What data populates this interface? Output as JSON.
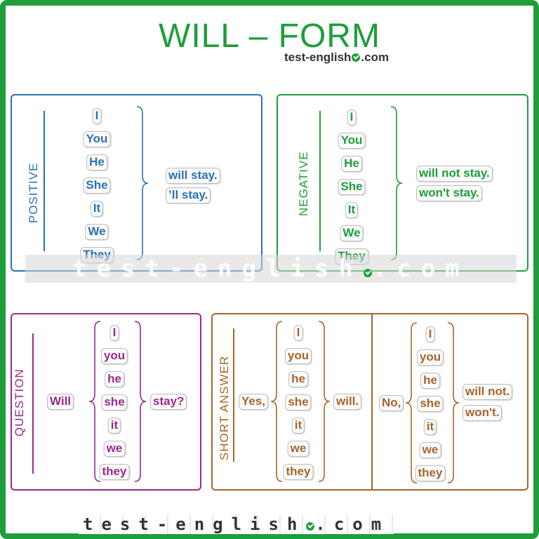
{
  "title": "WILL – FORM",
  "brand": "test-english",
  "brand_suffix": ".com",
  "colors": {
    "frame": "#1e9e3a",
    "positive": "#2a72b5",
    "negative": "#1e9e3a",
    "question": "#9a2a8e",
    "short_answer": "#a8652c"
  },
  "positive": {
    "label": "POSITIVE",
    "pronouns": [
      "I",
      "You",
      "He",
      "She",
      "It",
      "We",
      "They"
    ],
    "forms": [
      "will stay.",
      "’ll stay."
    ]
  },
  "negative": {
    "label": "NEGATIVE",
    "pronouns": [
      "I",
      "You",
      "He",
      "She",
      "It",
      "We",
      "They"
    ],
    "forms": [
      "will not stay.",
      "won't stay."
    ]
  },
  "question": {
    "label": "QUESTION",
    "aux": "Will",
    "pronouns": [
      "I",
      "you",
      "he",
      "she",
      "it",
      "we",
      "they"
    ],
    "verb": "stay?"
  },
  "short_answer": {
    "label": "SHORT ANSWER",
    "yes": {
      "lead": "Yes,",
      "pronouns": [
        "I",
        "you",
        "he",
        "she",
        "it",
        "we",
        "they"
      ],
      "forms": [
        "will."
      ]
    },
    "no": {
      "lead": "No,",
      "pronouns": [
        "I",
        "you",
        "he",
        "she",
        "it",
        "we",
        "they"
      ],
      "forms": [
        "will not.",
        "won't."
      ]
    }
  },
  "watermark": "test-english",
  "watermark_suffix": ".com",
  "footer": "test-english",
  "footer_suffix": ".com"
}
